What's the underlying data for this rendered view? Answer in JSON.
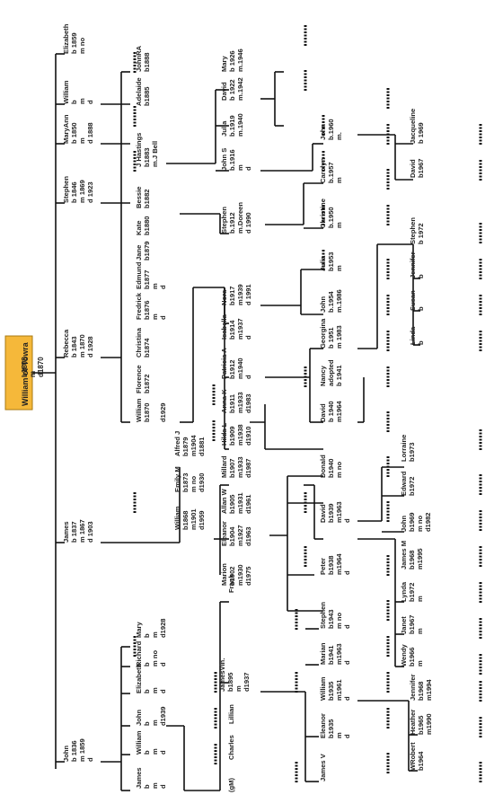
{
  "root": {
    "name": "William of Towra",
    "lines": [
      "b1808",
      "m",
      "d1870"
    ],
    "color": "#f5b83a"
  },
  "people": [
    {
      "id": "john1836",
      "lines": [
        "John",
        "b 1836",
        "m 1859",
        "d"
      ]
    },
    {
      "id": "james1837",
      "lines": [
        "James",
        "b 1837",
        "m 1867",
        "d 1903"
      ]
    },
    {
      "id": "rebecca",
      "lines": [
        "Rebecca",
        "b 1843",
        "m 1870",
        "d 1928"
      ]
    },
    {
      "id": "stephen1846",
      "lines": [
        "Stephen",
        "b 1846",
        "m 1869",
        "d 1923"
      ]
    },
    {
      "id": "william_g",
      "lines": [
        "William",
        "b",
        "m",
        "d"
      ]
    },
    {
      "id": "maryann",
      "lines": [
        "MaryAnn",
        "b 1850",
        "m",
        "d 1888"
      ]
    },
    {
      "id": "elizabeth1859",
      "lines": [
        "Elizabeth",
        "b 1859",
        "m no"
      ]
    },
    {
      "id": "james_c",
      "lines": [
        "James",
        "b",
        "m",
        "d"
      ]
    },
    {
      "id": "william_c",
      "lines": [
        "William",
        "b",
        "m",
        "d"
      ]
    },
    {
      "id": "john_c",
      "lines": [
        "John",
        "b",
        "m",
        "d1939"
      ]
    },
    {
      "id": "elizabeth_c",
      "lines": [
        "Elizabeth",
        "b",
        "m",
        "d"
      ]
    },
    {
      "id": "richard_c",
      "lines": [
        "Richard",
        "b",
        "m no",
        "d"
      ]
    },
    {
      "id": "mary_c",
      "lines": [
        "Mary",
        "b",
        "m",
        "d1928"
      ]
    },
    {
      "id": "william1868",
      "lines": [
        "William",
        "b1868",
        "m1901",
        "d1959"
      ]
    },
    {
      "id": "emily",
      "lines": [
        "Emily M",
        "b1873",
        "m no",
        "d1930"
      ]
    },
    {
      "id": "alfred",
      "lines": [
        "Alfred J",
        "b1879",
        "m1904",
        "d1881"
      ]
    },
    {
      "id": "william1870",
      "lines": [
        "William",
        "b1870",
        "",
        "d1929"
      ]
    },
    {
      "id": "florence",
      "lines": [
        "Florence",
        "b1872"
      ]
    },
    {
      "id": "christina",
      "lines": [
        "Christina",
        "b1874"
      ]
    },
    {
      "id": "fredrick",
      "lines": [
        "Fredrick",
        "b1876",
        "m",
        "d"
      ]
    },
    {
      "id": "edmund",
      "lines": [
        "Edmund",
        "b1877",
        "m",
        "d"
      ]
    },
    {
      "id": "jane",
      "lines": [
        "Jane",
        "b1879"
      ]
    },
    {
      "id": "kate",
      "lines": [
        "Kate",
        "b1880"
      ]
    },
    {
      "id": "bessie",
      "lines": [
        "Bessie",
        "b1882"
      ]
    },
    {
      "id": "jhastings",
      "lines": [
        "J Hastings",
        "b1883",
        "m.J Bell"
      ]
    },
    {
      "id": "adelaide",
      "lines": [
        "Adelaide",
        "b1885"
      ]
    },
    {
      "id": "johnra",
      "lines": [
        "JohnRA",
        "b1888"
      ]
    },
    {
      "id": "gm",
      "lines": [
        "(gM)"
      ]
    },
    {
      "id": "charles",
      "lines": [
        "Charles"
      ]
    },
    {
      "id": "lillian",
      "lines": [
        "Lillian"
      ]
    },
    {
      "id": "jamesvin",
      "lines": [
        "JamesVin.",
        "b1895",
        "m",
        "d1937"
      ]
    },
    {
      "id": "frank",
      "lines": [
        "Frank"
      ]
    },
    {
      "id": "marion1902",
      "lines": [
        "Marion",
        "b1902",
        "m1930",
        "d1975"
      ]
    },
    {
      "id": "eleanor1904",
      "lines": [
        "Eleanor",
        "b1904",
        "m1927",
        "d1963"
      ]
    },
    {
      "id": "allanw",
      "lines": [
        "Allan W",
        "b1905",
        "m1931",
        "d1961"
      ]
    },
    {
      "id": "millard",
      "lines": [
        "Millard",
        "b1907",
        "m1933",
        "d1987"
      ]
    },
    {
      "id": "hildal",
      "lines": [
        "Hilda L",
        "b1909",
        "m1938",
        "d1910"
      ]
    },
    {
      "id": "annak",
      "lines": [
        "Anna K",
        "b1911",
        "m1933",
        "d1983"
      ]
    },
    {
      "id": "patricia",
      "lines": [
        "Patricia A",
        "b1912",
        "m1940",
        "d"
      ]
    },
    {
      "id": "isabella",
      "lines": [
        "Isabella",
        "b1914",
        "m1937",
        "d"
      ]
    },
    {
      "id": "nora",
      "lines": [
        "Nora",
        "b1917",
        "m1939",
        "d 1991"
      ]
    },
    {
      "id": "stephen1912",
      "lines": [
        "Stephen",
        "b.1912",
        "m.Doreen",
        "d 1990"
      ]
    },
    {
      "id": "johns",
      "lines": [
        "John S",
        "b.1916",
        "m",
        "d"
      ]
    },
    {
      "id": "julia1919",
      "lines": [
        "Julia",
        "b.1919",
        "m.1940"
      ]
    },
    {
      "id": "david1922",
      "lines": [
        "David",
        "b 1922",
        "m.1942"
      ]
    },
    {
      "id": "mary1926",
      "lines": [
        "Mary",
        "b 1926",
        "m.1946"
      ]
    },
    {
      "id": "jamesv",
      "lines": [
        "James V"
      ]
    },
    {
      "id": "eleanor1935",
      "lines": [
        "Eleanor",
        "b1935",
        "m",
        "d"
      ]
    },
    {
      "id": "william1935",
      "lines": [
        "William",
        "b1935",
        "m1961",
        "d"
      ]
    },
    {
      "id": "marian",
      "lines": [
        "Marian",
        "b1941",
        "m1963",
        "d"
      ]
    },
    {
      "id": "stephen1943",
      "lines": [
        "Stephen",
        "b1943",
        "m no",
        "d"
      ]
    },
    {
      "id": "peter",
      "lines": [
        "Peter",
        "b1938",
        "m1964",
        "d"
      ]
    },
    {
      "id": "david1939",
      "lines": [
        "David",
        "b1939",
        "m1963",
        "d"
      ]
    },
    {
      "id": "donald",
      "lines": [
        "Donald",
        "b1940",
        "m no"
      ]
    },
    {
      "id": "david1940",
      "lines": [
        "David",
        "b 1940",
        "m1964"
      ]
    },
    {
      "id": "nancy",
      "lines": [
        "Nancy",
        "adopted",
        "b 1941"
      ]
    },
    {
      "id": "georgina",
      "lines": [
        "Georgina",
        "b 1951",
        "m 1983"
      ]
    },
    {
      "id": "john1954",
      "lines": [
        "John",
        "b.1954",
        "m.1986"
      ]
    },
    {
      "id": "julia1953",
      "lines": [
        "Julia",
        "b1953",
        "m"
      ]
    },
    {
      "id": "christine",
      "lines": [
        "Christine",
        "b.1950",
        "m"
      ]
    },
    {
      "id": "carolyn",
      "lines": [
        "Carolyn",
        "b.1957",
        "m"
      ]
    },
    {
      "id": "john1960",
      "lines": [
        "John",
        "b.1960",
        "m."
      ]
    },
    {
      "id": "wrobert",
      "lines": [
        "WRobert",
        "b1964"
      ]
    },
    {
      "id": "heather",
      "lines": [
        "Heather",
        "b1965",
        "m1990"
      ]
    },
    {
      "id": "jennifer1968",
      "lines": [
        "Jennifer",
        "b1968",
        "m1994"
      ]
    },
    {
      "id": "wendy",
      "lines": [
        "Wendy",
        "b1966",
        "m"
      ]
    },
    {
      "id": "janet",
      "lines": [
        "Janet",
        "b1967",
        "m"
      ]
    },
    {
      "id": "lynda",
      "lines": [
        "Lynda",
        "b1972",
        "m"
      ]
    },
    {
      "id": "jamesm",
      "lines": [
        "James M",
        "b1968",
        "m1995"
      ]
    },
    {
      "id": "john1969",
      "lines": [
        "John",
        "b1969",
        "m no",
        "d1982"
      ]
    },
    {
      "id": "edward",
      "lines": [
        "Edward",
        "b1972"
      ]
    },
    {
      "id": "lorraine",
      "lines": [
        "Lorraine",
        "b1973"
      ]
    },
    {
      "id": "linda",
      "lines": [
        "Linda",
        "b"
      ]
    },
    {
      "id": "susan",
      "lines": [
        "Susan",
        "b"
      ]
    },
    {
      "id": "jennifer_b",
      "lines": [
        "Jennifer",
        "b"
      ]
    },
    {
      "id": "stephen1972",
      "lines": [
        "Stephen",
        "b 1972"
      ]
    },
    {
      "id": "david1967",
      "lines": [
        "David",
        "b1967"
      ]
    },
    {
      "id": "jacqueline",
      "lines": [
        "Jacqueline",
        "b 1969"
      ]
    }
  ]
}
